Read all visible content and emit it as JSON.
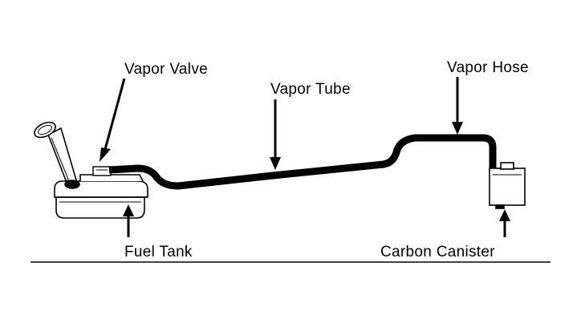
{
  "labels": {
    "vapor_valve": "Vapor Valve",
    "vapor_tube": "Vapor Tube",
    "vapor_hose": "Vapor Hose",
    "fuel_tank": "Fuel Tank",
    "carbon_canister": "Carbon Canister"
  },
  "colors": {
    "ink": "#000000",
    "background": "#ffffff"
  }
}
